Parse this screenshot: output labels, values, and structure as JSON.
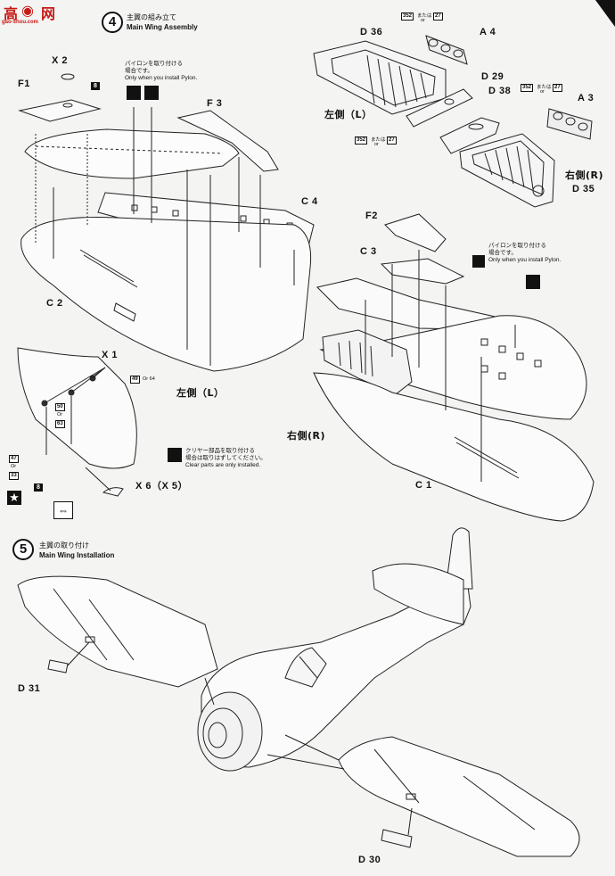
{
  "watermark": {
    "kanji_1": "高",
    "kanji_2": "网",
    "url": "gao-shou.com"
  },
  "step4": {
    "number": "4",
    "title_jp": "主翼の組み立て",
    "title_en": "Main Wing Assembly",
    "parts": {
      "x2": "X 2",
      "f1": "F1",
      "f3": "F 3",
      "c4": "C 4",
      "c2": "C 2",
      "left": "左側（L）",
      "d36": "D 36",
      "a4": "A 4",
      "d29": "D 29",
      "d38": "D 38",
      "a3": "A 3",
      "left_top": "左側（L）",
      "right_top": "右側(R)",
      "d35": "D 35",
      "f2": "F2",
      "c3": "C 3",
      "right": "右側(R)",
      "c1": "C 1",
      "x1": "X 1",
      "x6": "X 6（X 5）"
    },
    "pylon_note_left": {
      "jp_line1": "パイロンを取り付ける",
      "jp_line2": "場合です。",
      "en": "Only when you install Pylon."
    },
    "pylon_note_right": {
      "jp_line1": "パイロンを取り付ける",
      "jp_line2": "場合です。",
      "en": "Only when you install Pylon."
    },
    "clear_note": {
      "jp_line1": "クリヤー部品を取り付ける",
      "jp_line2": "場合は取りはずしてください。",
      "en": "Clear parts are only installed."
    },
    "badges": {
      "b8_top": "8",
      "b8_side": "8",
      "b49": "49",
      "or64": "Or 64",
      "b50": "50",
      "or": "Or",
      "b63": "63",
      "b47": "47",
      "or_b": "Or",
      "b33": "33",
      "b352_a": "352",
      "b352_b": "352",
      "b352_c": "352",
      "b27_a": "27",
      "b27_b": "27",
      "b27_c": "27",
      "mata_wa": "または",
      "or_small": "or"
    }
  },
  "step5": {
    "number": "5",
    "title_jp": "主翼の取り付け",
    "title_en": "Main Wing Installation",
    "parts": {
      "d31": "D 31",
      "d30": "D 30"
    }
  }
}
